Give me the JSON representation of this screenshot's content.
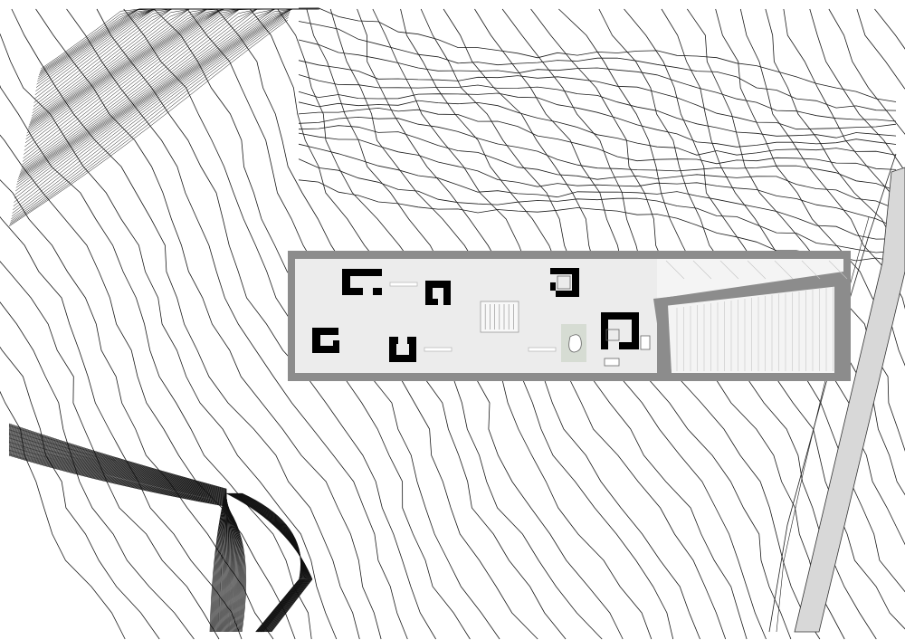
{
  "drawing": {
    "kind": "site-plan",
    "labels": [],
    "colors": {
      "background": "#ffffff",
      "contour": "#1a1a1a",
      "dense_contour": "#111111",
      "building_wall": "#8c8c8c",
      "building_floor": "#ececec",
      "ramp_floor": "#f4f4f4",
      "wall_fragment": "#000000",
      "road": "#d8d8d8"
    },
    "elements": {
      "wall_fragments": 7,
      "stairs": 1,
      "sculpture_plinth": 1,
      "benches": 3
    }
  }
}
